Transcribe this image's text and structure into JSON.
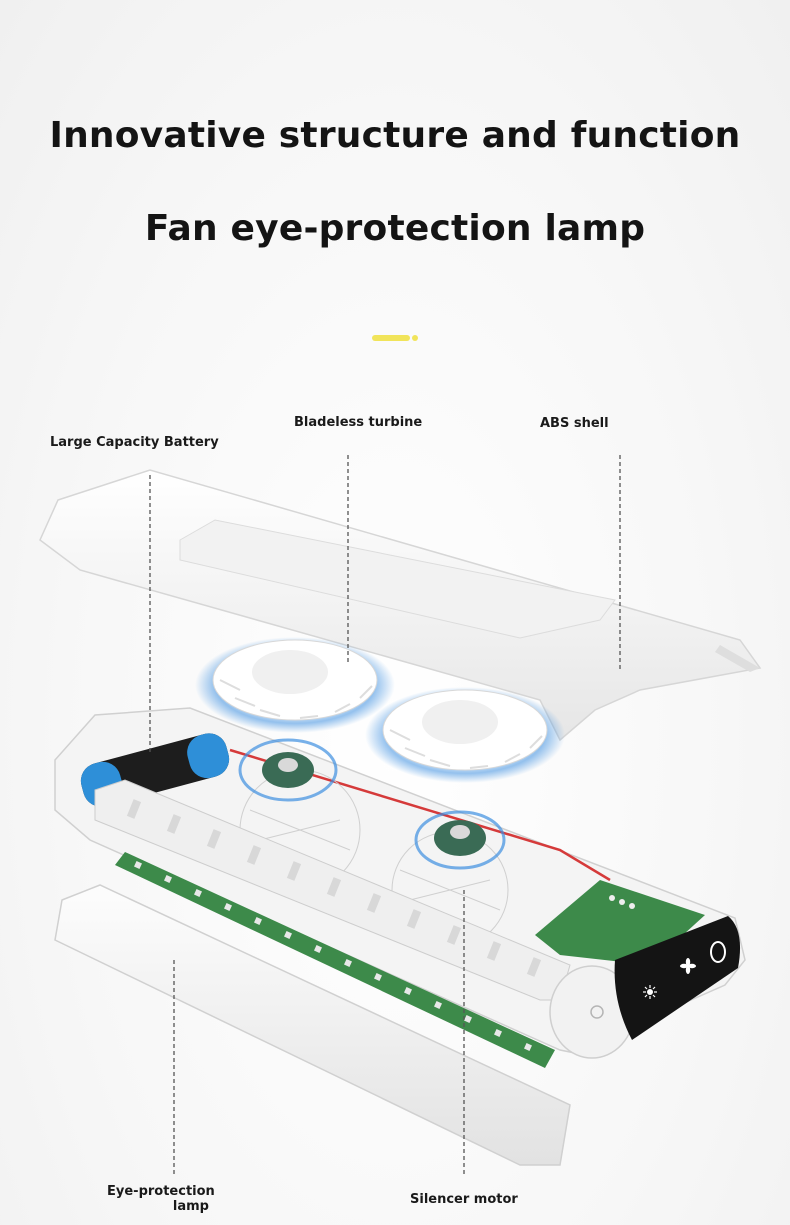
{
  "heading": {
    "title": "Innovative structure and function",
    "subtitle": "Fan eye-protection lamp"
  },
  "accent_color": "#f1e45a",
  "callouts": {
    "battery": "Large Capacity Battery",
    "turbine": "Bladeless turbine",
    "shell": "ABS shell",
    "lamp_line1": "Eye-protection",
    "lamp_line2": "lamp",
    "motor": "Silencer motor"
  },
  "icons": {
    "light": "sun-icon",
    "fan": "fan-icon",
    "power": "power-ring-icon"
  },
  "colors": {
    "battery_blue": "#2e8fd8",
    "pcb_green": "#3d8a4a",
    "wire_red": "#d53a3a",
    "glow_blue": "#3d8fe0",
    "panel_black": "#141414"
  }
}
